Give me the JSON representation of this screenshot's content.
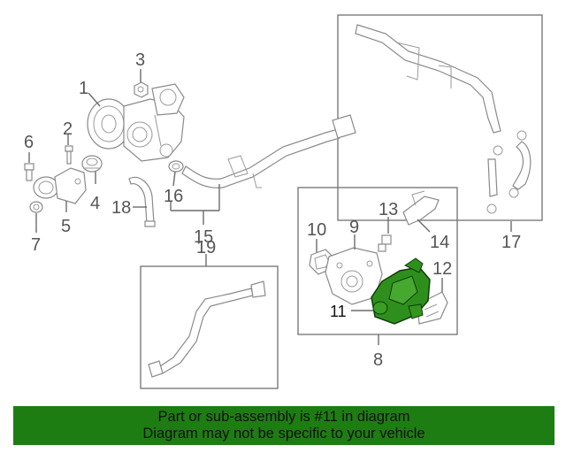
{
  "callouts": {
    "c1": "1",
    "c2": "2",
    "c3": "3",
    "c4": "4",
    "c5": "5",
    "c6": "6",
    "c7": "7",
    "c8": "8",
    "c9": "9",
    "c10": "10",
    "c11": "11",
    "c12": "12",
    "c13": "13",
    "c14": "14",
    "c15": "15",
    "c16": "16",
    "c17": "17",
    "c18": "18",
    "c19": "19"
  },
  "highlight": {
    "part": "11",
    "color": "#2f8f1c"
  },
  "banner": {
    "line1": "Part or sub-assembly is #11 in diagram",
    "line2": "Diagram may not be specific to your vehicle",
    "background": "#1e7d12"
  }
}
